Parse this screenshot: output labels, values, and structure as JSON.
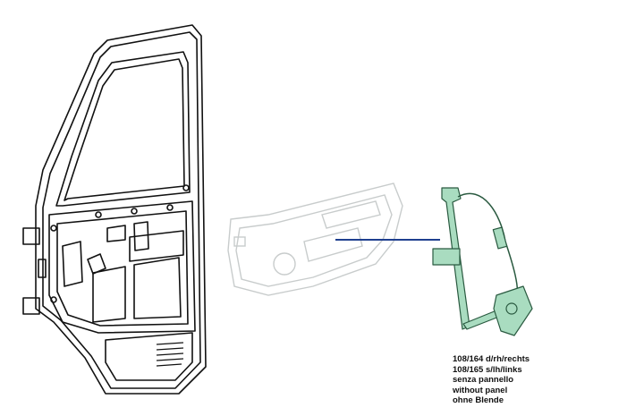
{
  "caption": {
    "lines": [
      "108/164 d/rh/rechts",
      "108/165 s/lh/links",
      "senza pannello",
      "without panel",
      "ohne Blende"
    ]
  },
  "colors": {
    "outline": "#111111",
    "faded": "#c8cccc",
    "leader": "#1f3f8f",
    "part_fill": "#a9dcc0",
    "part_stroke": "#2a5a40"
  }
}
